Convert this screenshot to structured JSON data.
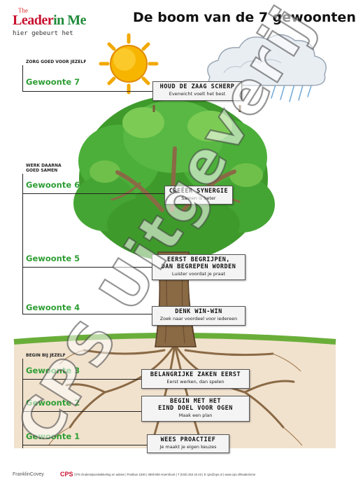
{
  "logo": {
    "the": "The",
    "leader": "Leader",
    "in_me": "in Me",
    "tagline": "hier gebeurt het"
  },
  "title": "De boom van de 7 gewoonten",
  "groups": [
    {
      "label": "ZORG GOED VOOR JEZELF"
    },
    {
      "label_line1": "WERK DAARNA",
      "label_line2": "GOED SAMEN"
    },
    {
      "label": "BEGIN BIJ JEZELF"
    }
  ],
  "habits": [
    {
      "label": "Gewoonte 7",
      "sign_title": "HOUD DE ZAAG SCHERP",
      "sign_subtitle": "Evenwicht voelt het best"
    },
    {
      "label": "Gewoonte 6",
      "sign_title": "CREËER SYNERGIE",
      "sign_subtitle": "Samen is beter"
    },
    {
      "label": "Gewoonte 5",
      "sign_title_line1": "EERST BEGRIJPEN,",
      "sign_title_line2": "DAN BEGREPEN WORDEN",
      "sign_subtitle": "Luister voordat je praat"
    },
    {
      "label": "Gewoonte 4",
      "sign_title": "DENK WIN-WIN",
      "sign_subtitle": "Zoek naar voordeel voor iedereen"
    },
    {
      "label": "Gewoonte 3",
      "sign_title": "BELANGRIJKE ZAKEN EERST",
      "sign_subtitle": "Eerst werken, dan spelen"
    },
    {
      "label": "Gewoonte 2",
      "sign_title_line1": "BEGIN MET HET",
      "sign_title_line2": "EIND DOEL VOOR OGEN",
      "sign_subtitle": "Maak een plan"
    },
    {
      "label": "Gewoonte 1",
      "sign_title": "WEES PROACTIEF",
      "sign_subtitle": "Je maakt je eigen keuzes"
    }
  ],
  "footer": {
    "franklin": "FranklinCovey",
    "cps": "CPS",
    "info": "CPS Onderwijsontwikkeling en advies | Postbus 1530 | 3800 BM Amersfoort | T (033) 453 43 43 | E cps@cps.nl | www.cps.nl/leaderinme"
  },
  "watermark": "CPS Uitgeverij",
  "colors": {
    "habit_green": "#2e9e34",
    "brand_red": "#c8102e",
    "leaf_green": "#4caf3a",
    "trunk_brown": "#8a6a45"
  }
}
